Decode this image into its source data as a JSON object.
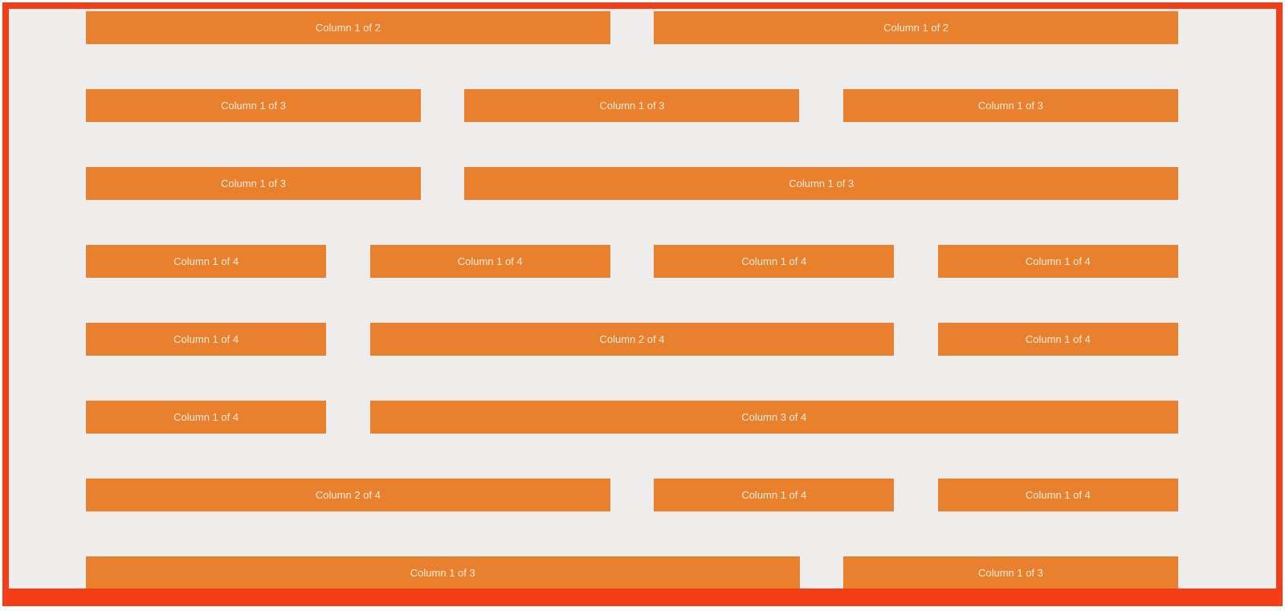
{
  "page": {
    "frame_color": "#f33d16",
    "background_color": "#efedeb",
    "bar_color": "#e8802e",
    "bar_text_color": "#f6ecd9"
  },
  "rows": [
    {
      "columns": [
        {
          "label": "Column 1 of 2",
          "span": "1of2"
        },
        {
          "label": "Column 1 of 2",
          "span": "1of2"
        }
      ]
    },
    {
      "columns": [
        {
          "label": "Column 1 of 3",
          "span": "1of3"
        },
        {
          "label": "Column 1 of 3",
          "span": "1of3"
        },
        {
          "label": "Column 1 of 3",
          "span": "1of3"
        }
      ]
    },
    {
      "columns": [
        {
          "label": "Column 1 of 3",
          "span": "1of3"
        },
        {
          "label": "Column 1 of 3",
          "span": "2of3"
        }
      ]
    },
    {
      "columns": [
        {
          "label": "Column 1 of 4",
          "span": "1of4"
        },
        {
          "label": "Column 1 of 4",
          "span": "1of4"
        },
        {
          "label": "Column 1 of 4",
          "span": "1of4"
        },
        {
          "label": "Column 1 of 4",
          "span": "1of4"
        }
      ]
    },
    {
      "columns": [
        {
          "label": "Column 1 of 4",
          "span": "1of4"
        },
        {
          "label": "Column 2 of 4",
          "span": "2of4"
        },
        {
          "label": "Column 1 of 4",
          "span": "1of4"
        }
      ]
    },
    {
      "columns": [
        {
          "label": "Column 1 of 4",
          "span": "1of4"
        },
        {
          "label": "Column 3 of 4",
          "span": "3of4"
        }
      ]
    },
    {
      "columns": [
        {
          "label": "Column 2 of 4",
          "span": "2of4"
        },
        {
          "label": "Column 1 of 4",
          "span": "1of4"
        },
        {
          "label": "Column 1 of 4",
          "span": "1of4"
        }
      ]
    },
    {
      "columns": [
        {
          "label": "Column 1 of 3",
          "span": "2of3"
        },
        {
          "label": "Column 1 of 3",
          "span": "1of3"
        }
      ]
    }
  ]
}
